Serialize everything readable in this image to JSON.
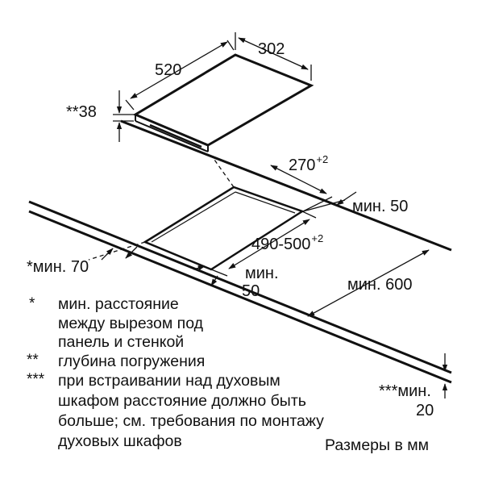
{
  "dimensions": {
    "width_302": "302",
    "depth_520": "520",
    "depth_38": "**38",
    "cutout_width": "270",
    "cutout_width_tol": "+2",
    "cutout_depth": "490-500",
    "cutout_depth_tol": "+2",
    "min_50_right": "мин. 50",
    "min_70": "*мин. 70",
    "min_50_front_1": "мин.",
    "min_50_front_2": "50",
    "min_600": "мин. 600",
    "min_20_1": "***мин.",
    "min_20_2": "20"
  },
  "notes": [
    {
      "mark": "*",
      "lines": [
        "мин. расстояние",
        "между вырезом под",
        "панель и стенкой"
      ]
    },
    {
      "mark": "**",
      "lines": [
        "глубина погружения"
      ]
    },
    {
      "mark": "***",
      "lines": [
        "при встраивании над духовым",
        "шкафом расстояние должно быть",
        "больше; см. требования по монтажу",
        "духовых шкафов"
      ]
    }
  ],
  "units_note": "Размеры в мм"
}
